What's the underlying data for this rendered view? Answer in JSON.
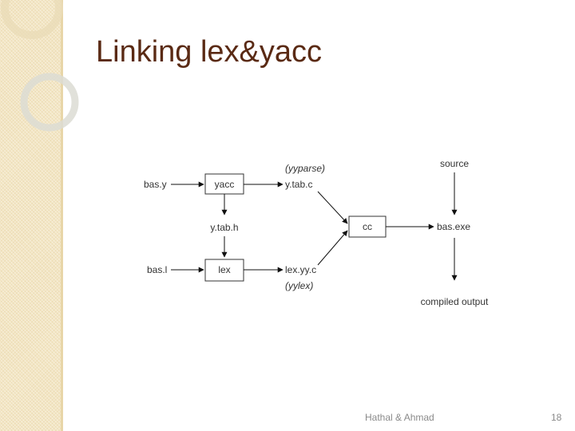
{
  "slide": {
    "title": "Linking lex&yacc",
    "footer_author": "Hathal & Ahmad",
    "page_number": "18"
  },
  "diagram": {
    "inputs": {
      "bas_y": "bas.y",
      "bas_l": "bas.l"
    },
    "tools": {
      "yacc": "yacc",
      "lex": "lex",
      "cc": "cc"
    },
    "outputs": {
      "y_tab_h": "y.tab.h",
      "y_tab_c": "y.tab.c",
      "lex_yy_c": "lex.yy.c",
      "yyparse": "(yyparse)",
      "yylex": "(yylex)"
    },
    "source": "source",
    "bas_exe": "bas.exe",
    "compiled_output": "compiled output"
  },
  "colors": {
    "title": "#5a2a14",
    "band": "#f3e6c4",
    "footer": "#8a8a8a"
  }
}
